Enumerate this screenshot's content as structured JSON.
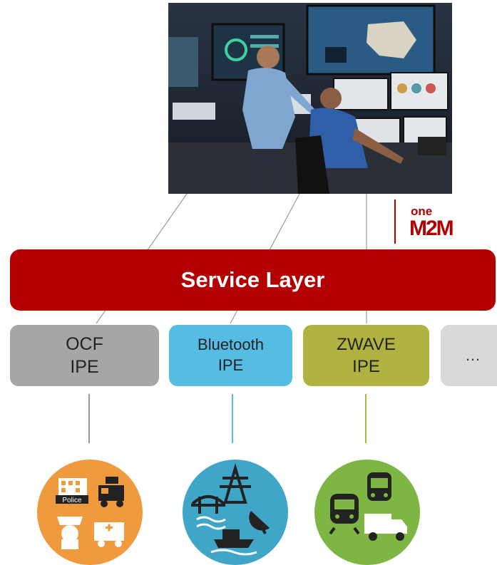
{
  "service_layer": {
    "label": "Service Layer"
  },
  "logo": {
    "line1": "one",
    "line2": "M2M"
  },
  "ipes": [
    {
      "line1": "OCF",
      "line2": "IPE"
    },
    {
      "line1": "Bluetooth",
      "line2": "IPE"
    },
    {
      "line1": "ZWAVE",
      "line2": "IPE"
    },
    {
      "line1": "…"
    }
  ],
  "icons": {
    "police_sign": "Police"
  },
  "colors": {
    "service_layer": "#b30000",
    "ocf": "#a6a6a6",
    "bluetooth": "#55bde4",
    "zwave": "#b0b341",
    "public_safety": "#ef9a3c",
    "infrastructure": "#3fa6c7",
    "transport": "#7db642"
  }
}
